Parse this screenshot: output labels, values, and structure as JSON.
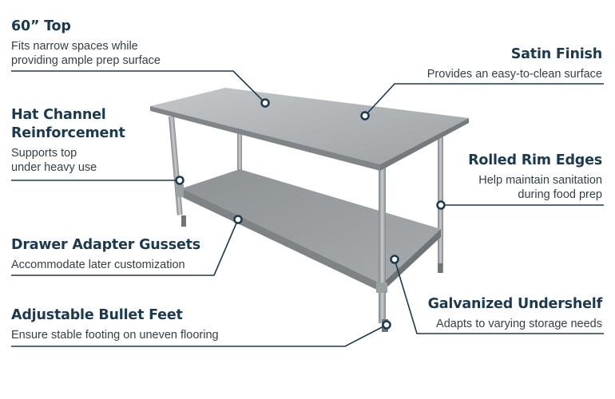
{
  "callouts": [
    {
      "id": "top",
      "title": "60” Top",
      "description": [
        "Fits narrow spaces while",
        "providing ample prep surface"
      ]
    },
    {
      "id": "hat-channel",
      "title": [
        "Hat Channel",
        "Reinforcement"
      ],
      "description": [
        "Supports top",
        "under heavy use"
      ]
    },
    {
      "id": "gussets",
      "title": "Drawer Adapter Gussets",
      "description": [
        "Accommodate later customization"
      ]
    },
    {
      "id": "feet",
      "title": "Adjustable Bullet Feet",
      "description": [
        "Ensure stable footing on uneven flooring"
      ]
    },
    {
      "id": "satin",
      "title": "Satin Finish",
      "description": [
        "Provides an easy-to-clean surface"
      ]
    },
    {
      "id": "rim",
      "title": "Rolled Rim Edges",
      "description": [
        "Help maintain sanitation",
        "during food prep"
      ]
    },
    {
      "id": "undershelf",
      "title": "Galvanized Undershelf",
      "description": [
        "Adapts to varying storage needs"
      ]
    }
  ],
  "colors": {
    "accent": "#1c3a4f",
    "text": "#333f47",
    "steel": "#a9aeb1"
  }
}
